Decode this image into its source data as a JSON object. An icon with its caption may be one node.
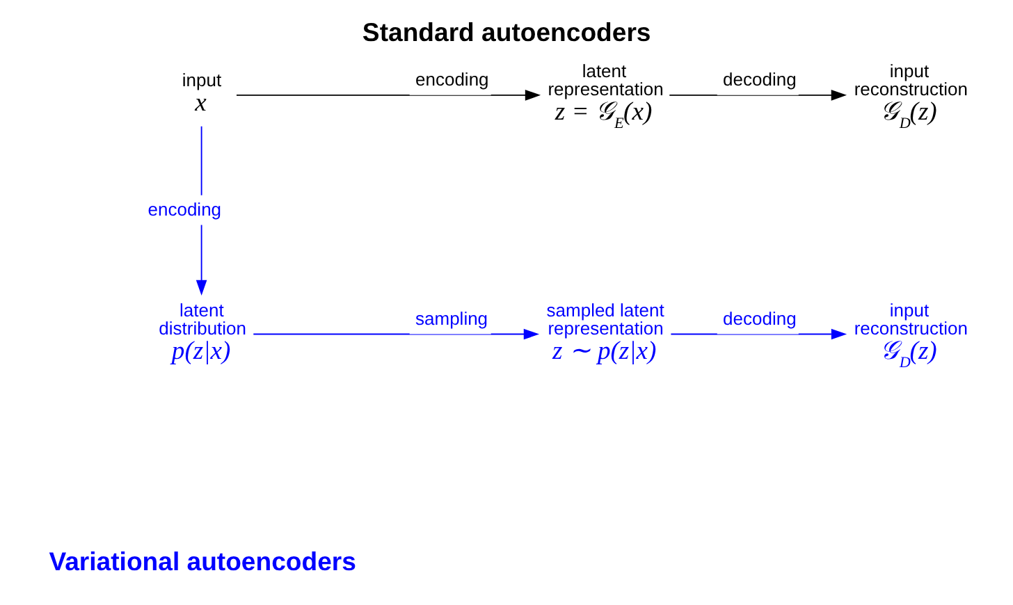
{
  "diagram": {
    "title": "Standard autoencoders",
    "caption": "Variational autoencoders",
    "nodes": [
      {
        "text": [
          "input",
          "x"
        ]
      },
      {
        "text": [
          "latent representation",
          "z = 𝒢$_{E}$(x)"
        ]
      },
      {
        "text": [
          "input reconstruction",
          "𝒢$_{D}$(z)"
        ]
      },
      {
        "text": [
          "latent distribution",
          "p(z|x)"
        ]
      },
      {
        "text": [
          "sampled latent representation",
          "z ∼ p(z|x)"
        ]
      },
      {
        "text": [
          "input reconstruction",
          "𝒢$_{D}$(z)"
        ]
      }
    ],
    "edges": [
      {
        "from": 0,
        "to": 1,
        "arrow": "to",
        "label": "encoding",
        "color": "#000000"
      },
      {
        "from": 1,
        "to": 2,
        "arrow": "to",
        "label": "decoding",
        "color": "#000000"
      },
      {
        "from": 0,
        "to": 3,
        "arrow": "to",
        "label": "encoding"
      },
      {
        "from": 3,
        "to": 4,
        "arrow": "to",
        "label": "sampling"
      },
      {
        "from": 4,
        "to": 5,
        "arrow": "to",
        "label": "decoding"
      }
    ]
  }
}
